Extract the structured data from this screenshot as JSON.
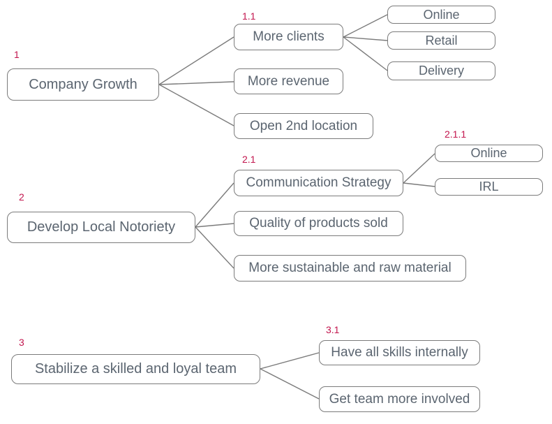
{
  "colors": {
    "accent": "#c2154d",
    "node_border": "#7b7b7b",
    "node_text": "#5b6570",
    "connector": "#7b7b7b",
    "background": "#ffffff"
  },
  "diagram_type": "mind-map",
  "trees": [
    {
      "number": "1",
      "root": {
        "label": "Company Growth"
      },
      "children": [
        {
          "number": "1.1",
          "label": "More clients",
          "children": [
            {
              "label": "Online"
            },
            {
              "label": "Retail"
            },
            {
              "label": "Delivery"
            }
          ]
        },
        {
          "label": "More revenue"
        },
        {
          "label": "Open 2nd location"
        }
      ]
    },
    {
      "number": "2",
      "root": {
        "label": "Develop Local Notoriety"
      },
      "children": [
        {
          "number": "2.1",
          "label": "Communication Strategy",
          "children": [
            {
              "number": "2.1.1",
              "label": "Online"
            },
            {
              "label": "IRL"
            }
          ]
        },
        {
          "label": "Quality of products sold"
        },
        {
          "label": "More sustainable and raw material"
        }
      ]
    },
    {
      "number": "3",
      "root": {
        "label": "Stabilize a skilled and loyal team"
      },
      "children": [
        {
          "number": "3.1",
          "label": "Have all skills internally"
        },
        {
          "label": "Get team more involved"
        }
      ]
    }
  ]
}
